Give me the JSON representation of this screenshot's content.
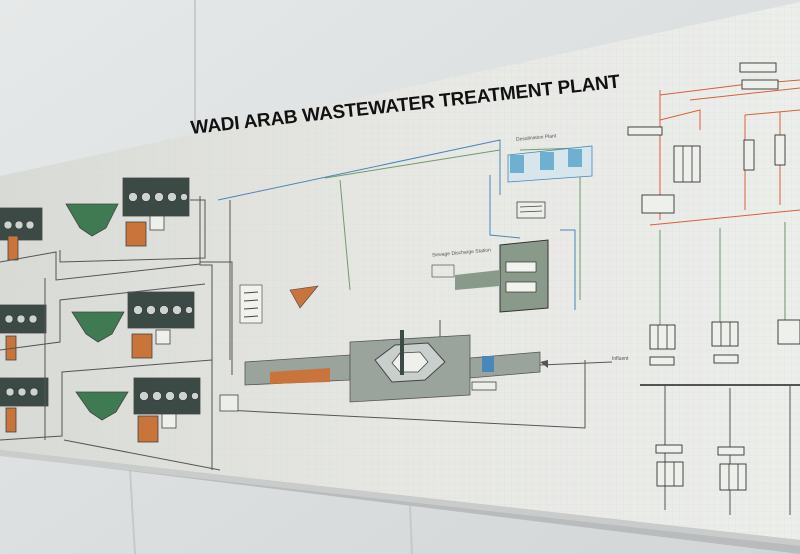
{
  "photo": {
    "board_title": "WADI ARAB WASTEWATER TREATMENT PLANT",
    "labels": {
      "desal_plant": "Desalination Plant",
      "sewage_discharge": "Sewage Discharge Station",
      "influent": "Influent"
    },
    "colors": {
      "wall": "#dfe2e2",
      "board": "#e4e6e3",
      "process_gray": "#9aa39c",
      "tank_green": "#3f6f55",
      "pipe_blue": "#4a86b8",
      "electrical_red": "#d8603a",
      "sludge_orange": "#c8743a"
    }
  }
}
